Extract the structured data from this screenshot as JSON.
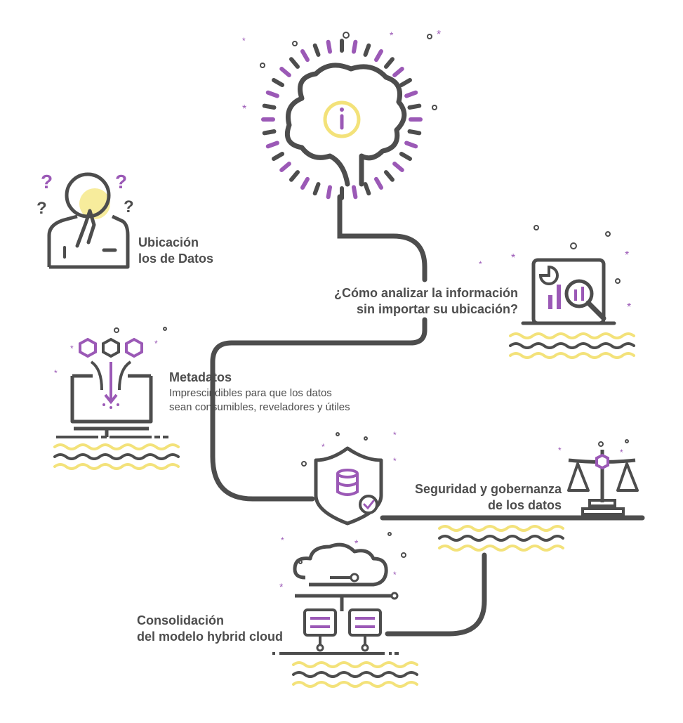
{
  "colors": {
    "ink": "#4d4d4d",
    "purple": "#9b59b6",
    "yellow": "#f3e27a",
    "yellow_fill": "#f7ec9c"
  },
  "nodes": {
    "ubicacion": {
      "line1": "Ubicación",
      "line2": "los de Datos",
      "icon": "confused-person-icon"
    },
    "analizar": {
      "line1": "¿Cómo analizar la información",
      "line2": "sin importar su ubicación?",
      "icon": "laptop-analytics-icon"
    },
    "metadatos": {
      "title": "Metadatos",
      "desc1": "Imprescindibles para que los datos",
      "desc2": "sean consumibles, reveladores y útiles",
      "icon": "monitor-data-flow-icon"
    },
    "seguridad": {
      "line1": "Seguridad y gobernanza",
      "line2": "de los datos",
      "icon": "scale-balance-icon"
    },
    "consolidacion": {
      "line1": "Consolidación",
      "line2": "del modelo hybrid cloud",
      "icon": "cloud-servers-icon"
    }
  },
  "center_icon": "brain-info-icon",
  "shield_icon": "shield-database-icon"
}
